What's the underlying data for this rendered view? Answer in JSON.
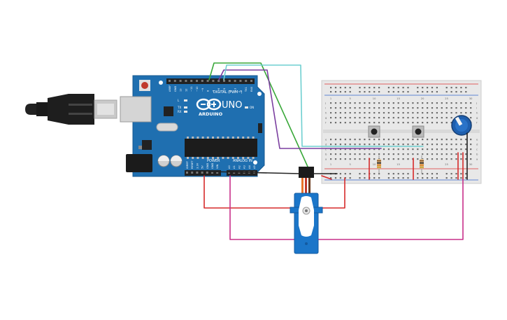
{
  "arduino": {
    "logo_text": "ARDUINO",
    "model": "UNO",
    "digital_header": "DIGITAL (PWM~)",
    "power_header": "POWER",
    "analog_header": "ANALOG IN",
    "on_label": "ON",
    "tx_label": "TX",
    "rx_label": "RX",
    "l_label": "L",
    "top_pins": [
      "AREF",
      "GND",
      "13",
      "12",
      "~11",
      "~10",
      "~9",
      "8",
      "7",
      "~6",
      "~5",
      "4",
      "~3",
      "2",
      "TX1",
      "RX0"
    ],
    "power_pins": [
      "IOREF",
      "RESET",
      "3.3V",
      "5V",
      "GND",
      "GND",
      "VIN"
    ],
    "analog_pins": [
      "A0",
      "A1",
      "A2",
      "A3",
      "A4",
      "A5"
    ]
  },
  "breadboard": {
    "column_numbers": [
      "1",
      "5",
      "10",
      "15",
      "20",
      "25",
      "30"
    ],
    "row_letters_top": [
      "j",
      "i",
      "h",
      "g",
      "f"
    ],
    "row_letters_bottom": [
      "e",
      "d",
      "c",
      "b",
      "a"
    ]
  },
  "colors": {
    "board": "#1f6fb0",
    "breadboard": "#e8e8e8",
    "wire_green": "#3aa83a",
    "wire_purple": "#7b3fa0",
    "wire_cyan": "#6ecfd0",
    "wire_red": "#d62a2a",
    "wire_black": "#222222",
    "wire_magenta": "#c8308a",
    "servo": "#1b76c9",
    "pot": "#1f5fae"
  }
}
